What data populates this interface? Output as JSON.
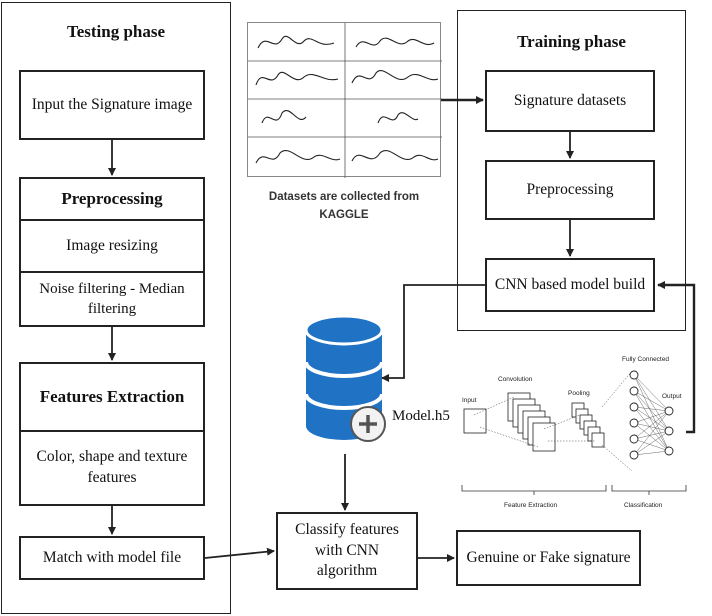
{
  "testing": {
    "title": "Testing phase",
    "input": "Input the Signature image",
    "preprocessing": "Preprocessing",
    "resizing": "Image resizing",
    "noise": "Noise filtering - Median filtering",
    "features": "Features Extraction",
    "color": "Color, shape and texture features",
    "match": "Match with model file"
  },
  "datasets": {
    "caption_line1": "Datasets are collected from",
    "caption_line2": "KAGGLE"
  },
  "training": {
    "title": "Training phase",
    "datasets": "Signature datasets",
    "preprocessing": "Preprocessing",
    "cnn": "CNN based model build"
  },
  "model": {
    "label": "Model.h5"
  },
  "cnn_diagram": {
    "input": "Input",
    "convolution": "Convolution",
    "pooling": "Pooling",
    "fully_connected": "Fully Connected",
    "output": "Output",
    "feature_extraction": "Feature Extraction",
    "classification": "Classification"
  },
  "bottom": {
    "classify": "Classify features with CNN algorithm",
    "result": "Genuine or Fake signature"
  },
  "colors": {
    "db_fill": "#1f72c4",
    "db_line": "#ffffff",
    "stroke": "#222222"
  }
}
